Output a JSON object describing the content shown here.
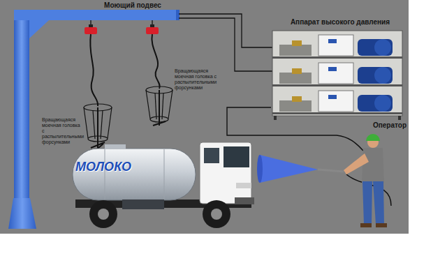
{
  "diagram": {
    "nodes": [
      {
        "text": [
          "Аппарат высокого давления"
        ]
      },
      {
        "text": [
          "Оператор"
        ]
      }
    ],
    "edges": [
      {
        "from": 0,
        "to": 1,
        "arrow": "none"
      }
    ],
    "labels": [
      "Моющий подвес",
      "Вращающаяся моечная головка с распылительными форсунками",
      "Вращающаяся моечная головка с распылительными форсунками",
      "МОЛОКО"
    ]
  }
}
